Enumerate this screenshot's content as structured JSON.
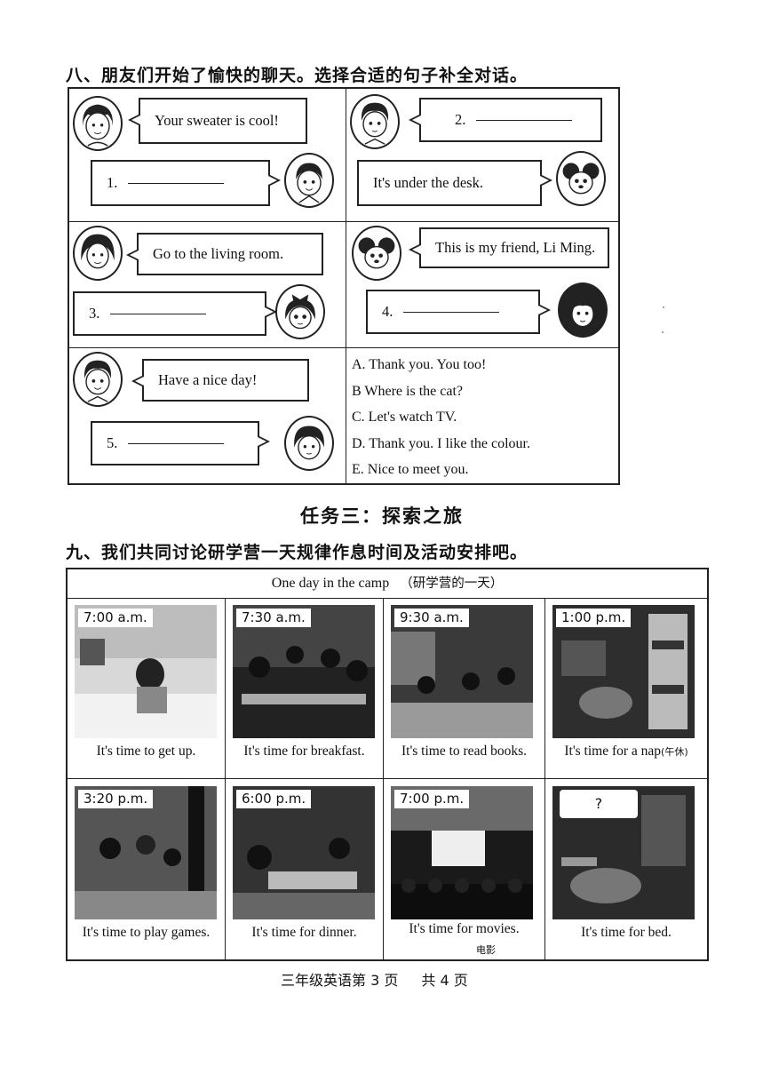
{
  "section8": {
    "title": "八、朋友们开始了愉快的聊天。选择合适的句子补全对话。",
    "dialogs": [
      {
        "prompt": "Your sweater is cool!",
        "answer_num": "1."
      },
      {
        "prompt": "It's under the desk.",
        "answer_num": "2."
      },
      {
        "prompt": "Go to the living room.",
        "answer_num": "3."
      },
      {
        "prompt": "This is my friend, Li Ming.",
        "answer_num": "4."
      },
      {
        "prompt": "Have a nice day!",
        "answer_num": "5."
      }
    ],
    "options": [
      "A. Thank you. You too!",
      "B  Where is the cat?",
      "C. Let's watch TV.",
      "D. Thank you. I like the colour.",
      "E. Nice to meet you."
    ]
  },
  "task3_title": "任务三：探索之旅",
  "section9": {
    "title": "九、我们共同讨论研学营一天规律作息时间及活动安排吧。",
    "table_title": "One day in the camp",
    "table_title_cn": "（研学营的一天）",
    "schedule": [
      {
        "time": "7:00 a.m.",
        "caption": "It's time to get up."
      },
      {
        "time": "7:30 a.m.",
        "caption": "It's time for breakfast."
      },
      {
        "time": "9:30 a.m.",
        "caption": "It's time to read books."
      },
      {
        "time": "1:00 p.m.",
        "caption": "It's time for a nap",
        "caption_cn": "(午休)"
      },
      {
        "time": "3:20 p.m.",
        "caption": "It's time to play games."
      },
      {
        "time": "6:00 p.m.",
        "caption": "It's time for dinner."
      },
      {
        "time": "7:00 p.m.",
        "caption": "It's time for movies.",
        "note": "电影"
      },
      {
        "time": "?",
        "caption": "It's time for bed."
      }
    ]
  },
  "footer": {
    "page": "三年级英语第 3 页",
    "total": "共 4 页"
  }
}
